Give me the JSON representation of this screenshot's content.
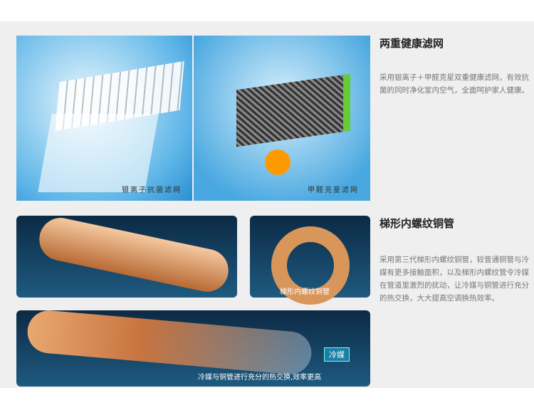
{
  "sections": [
    {
      "title": "两重健康滤网",
      "description": "采用银离子＋甲醛克星双重健康滤网，有效抗菌的同时净化室内空气，全面呵护家人健康。",
      "image_captions": [
        "银离子抗菌滤网",
        "甲醛克星滤网"
      ]
    },
    {
      "title": "梯形内螺纹铜管",
      "description": "采用第三代梯形内螺纹铜管，较普通铜管与冷媒有更多接触面积，以及梯形内螺纹管令冷媒在管道里激烈的扰动，让冷媒与铜管进行充分的热交换，大大提高空调换热效率。",
      "image_captions": [
        "梯形内螺纹铜管",
        "冷媒",
        "冷媒与铜管进行充分的热交换,效率更高"
      ]
    }
  ]
}
